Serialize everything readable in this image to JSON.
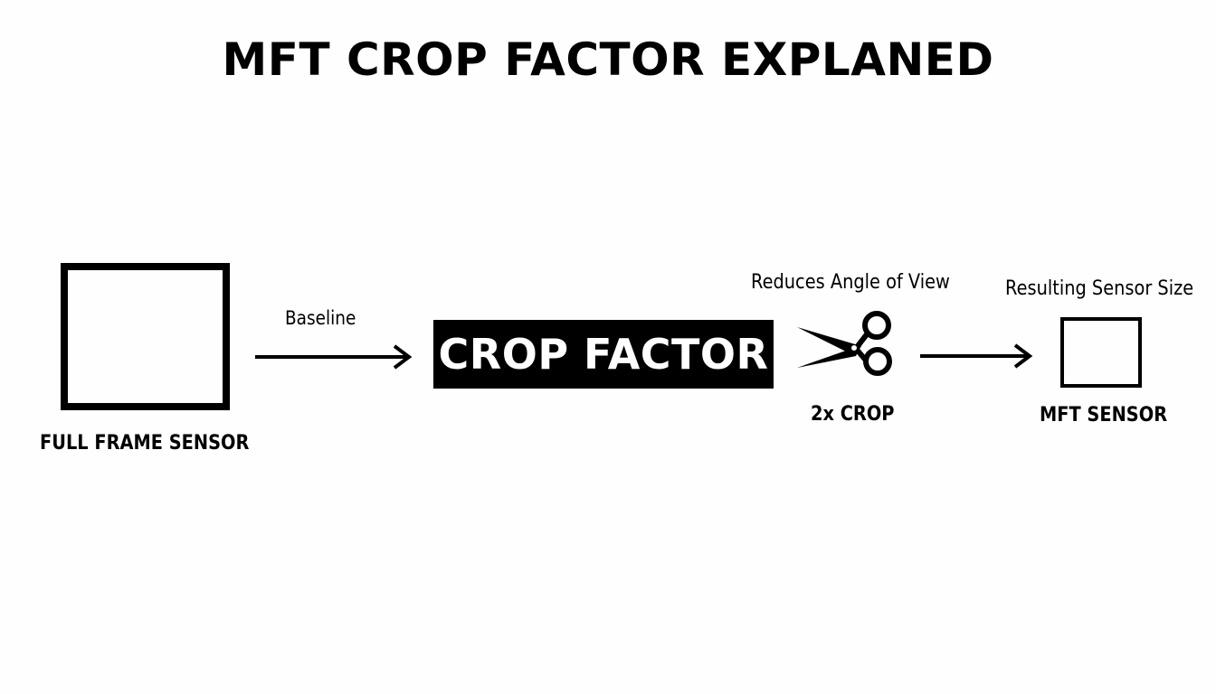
{
  "title": "MFT CROP FACTOR EXPLANED",
  "full_frame": {
    "label": "FULL FRAME SENSOR"
  },
  "baseline_label": "Baseline",
  "crop_factor": {
    "label": "CROP FACTOR"
  },
  "scissors": {
    "icon": "scissors-icon",
    "caption_top": "Reduces Angle of View",
    "caption_bottom": "2x CROP"
  },
  "mft": {
    "caption_top": "Resulting Sensor Size",
    "label": "MFT SENSOR"
  },
  "colors": {
    "background": "#fefefe",
    "ink": "#000000",
    "crop_text": "#ffffff"
  }
}
